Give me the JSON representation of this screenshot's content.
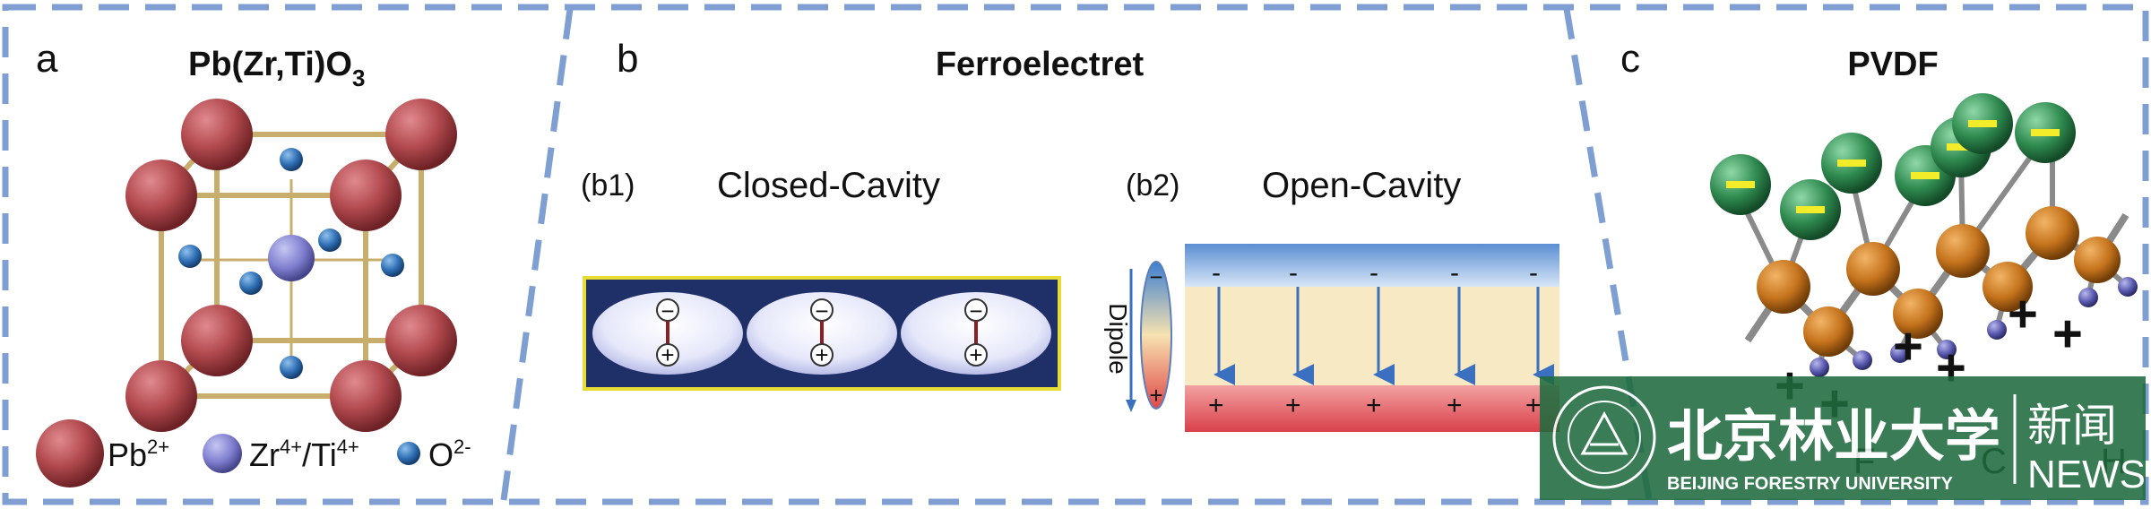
{
  "panel_a": {
    "letter": "a",
    "formula_main": "Pb(Zr,Ti)O",
    "formula_sub": "3",
    "legend": {
      "pb": "Pb",
      "pb_charge": "2+",
      "zr": "Zr",
      "zr_charge": "4+",
      "slash_ti": "/Ti",
      "ti_charge": "4+",
      "o": "O",
      "o_charge": "2-"
    }
  },
  "panel_b": {
    "letter": "b",
    "title": "Ferroelectret",
    "b1_tag": "(b1)",
    "b1_title": "Closed-Cavity",
    "b2_tag": "(b2)",
    "b2_title": "Open-Cavity",
    "dipole_label": "Dipole",
    "minus": "−",
    "plus": "+",
    "plate_minus": "-",
    "plate_plus": "+"
  },
  "panel_c": {
    "letter": "c",
    "title": "PVDF",
    "minus": "−",
    "plus": "+",
    "label_f": "F",
    "label_c": "C",
    "label_h": "H"
  },
  "watermark": {
    "cn_name": "北京林业大学",
    "cn_news": "新闻",
    "en_name": "BEIJING FORESTRY UNIVERSITY",
    "en_news": "NEWS"
  },
  "colors": {
    "frame": "#7f9fd3",
    "pb": "#b24a4f",
    "zr": "#7f7fd0",
    "o": "#2f6fb4",
    "carbon": "#c5731c",
    "fluorine": "#2f8a4f",
    "hydrogen": "#5a5ab0",
    "navy": "#1f2f68",
    "yellow": "#f2ec2a",
    "watermark_bg": "#1f6b3e"
  }
}
